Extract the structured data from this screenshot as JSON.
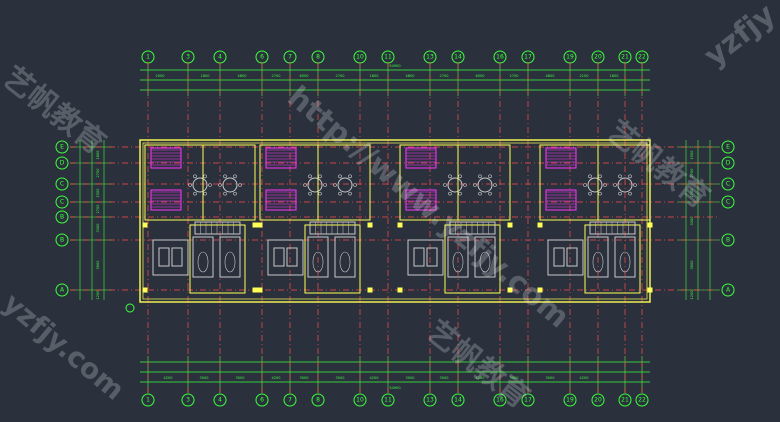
{
  "colors": {
    "background": "#2a313d",
    "grid_line": "#ff4b4b",
    "dimension": "#3cff3c",
    "wall": "#ffff55",
    "furniture": "#c8c8c8",
    "stair": "#ff33ff",
    "label_circle": "#3cff3c"
  },
  "watermarks": {
    "top_left": "艺帆教育",
    "top_right": "yzfjy",
    "center": "http://www.yzfjy.com",
    "left": "yzfjy.com",
    "bottom": "艺帆教育",
    "right": "艺帆教育"
  },
  "axis_labels_top": [
    "1",
    "3",
    "4",
    "6",
    "7",
    "8",
    "10",
    "11",
    "13",
    "14",
    "16",
    "17",
    "19",
    "20",
    "21",
    "22"
  ],
  "axis_labels_bottom": [
    "1",
    "3",
    "4",
    "6",
    "7",
    "8",
    "10",
    "11",
    "13",
    "14",
    "16",
    "17",
    "19",
    "20",
    "21",
    "22"
  ],
  "axis_labels_left": [
    "E",
    "D",
    "C",
    "C",
    "B",
    "B",
    "A"
  ],
  "axis_labels_right": [
    "E",
    "D",
    "C",
    "C",
    "B",
    "A"
  ],
  "dims_top_row1": [
    "2000",
    "1800",
    "4800",
    "2700",
    "6000",
    "2700",
    "1800",
    "4800",
    "2700",
    "6000",
    "2700",
    "4800",
    "2100",
    "1800"
  ],
  "dims_top_total": "54900",
  "dims_bottom_row1": [
    "4200",
    "3000",
    "3000",
    "4200",
    "3000",
    "3000",
    "4200",
    "3000",
    "3000",
    "4200",
    "3000",
    "3000",
    "4200"
  ],
  "dims_bottom_total": "54900",
  "dims_left": [
    "1800",
    "2700",
    "1500",
    "2700",
    "3300",
    "3600",
    "1200"
  ],
  "dims_right": [
    "1500",
    "2700",
    "2700",
    "3300",
    "3600",
    "1200"
  ]
}
